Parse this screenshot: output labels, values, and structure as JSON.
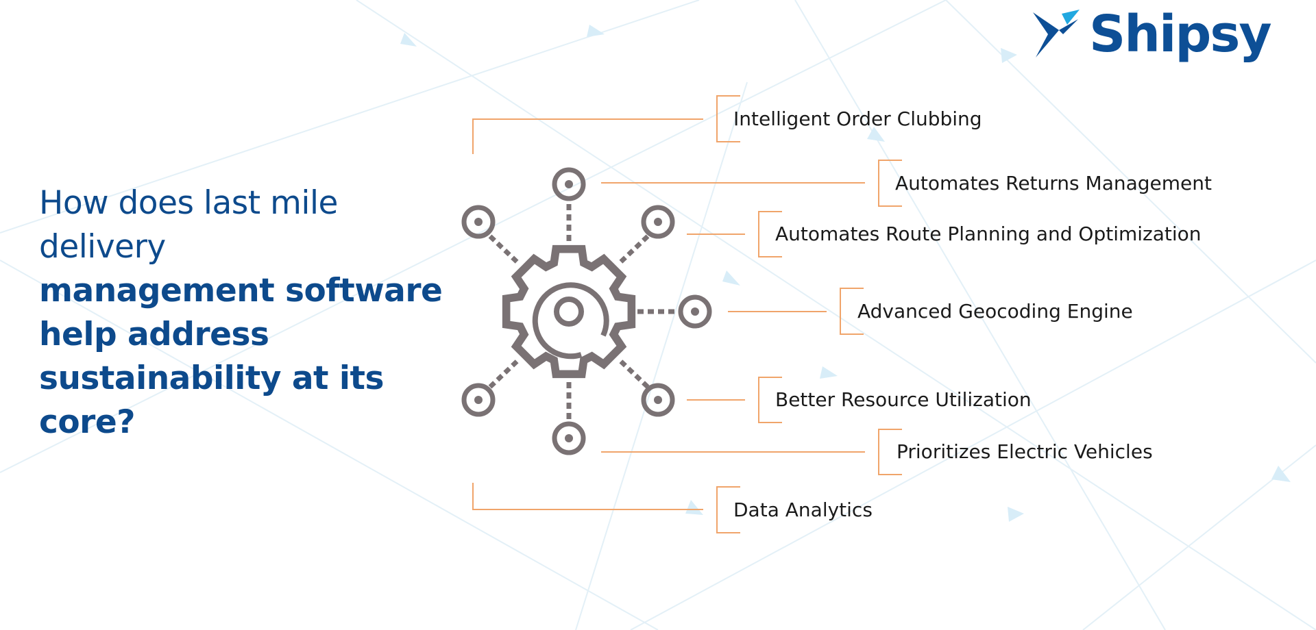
{
  "brand": {
    "name": "Shipsy",
    "dark_color": "#0d4f96",
    "light_color": "#21a8e0"
  },
  "headline": {
    "line1": "How does last mile",
    "line2": "delivery",
    "line3": "management software",
    "line4": "help address",
    "line5": "sustainability at its",
    "line6": "core?"
  },
  "features": [
    "Intelligent Order Clubbing",
    "Automates Returns Management",
    "Automates Route Planning and Optimization",
    "Advanced Geocoding Engine",
    "Better Resource Utilization",
    "Prioritizes Electric Vehicles",
    "Data Analytics"
  ],
  "colors": {
    "accent": "#f0a46a",
    "icon": "#7a7274",
    "headline": "#0d4a8c",
    "background_lines": "#d9ecf5"
  },
  "icons": {
    "central": "gear-network-icon",
    "logo": "paper-plane-logo-icon"
  }
}
